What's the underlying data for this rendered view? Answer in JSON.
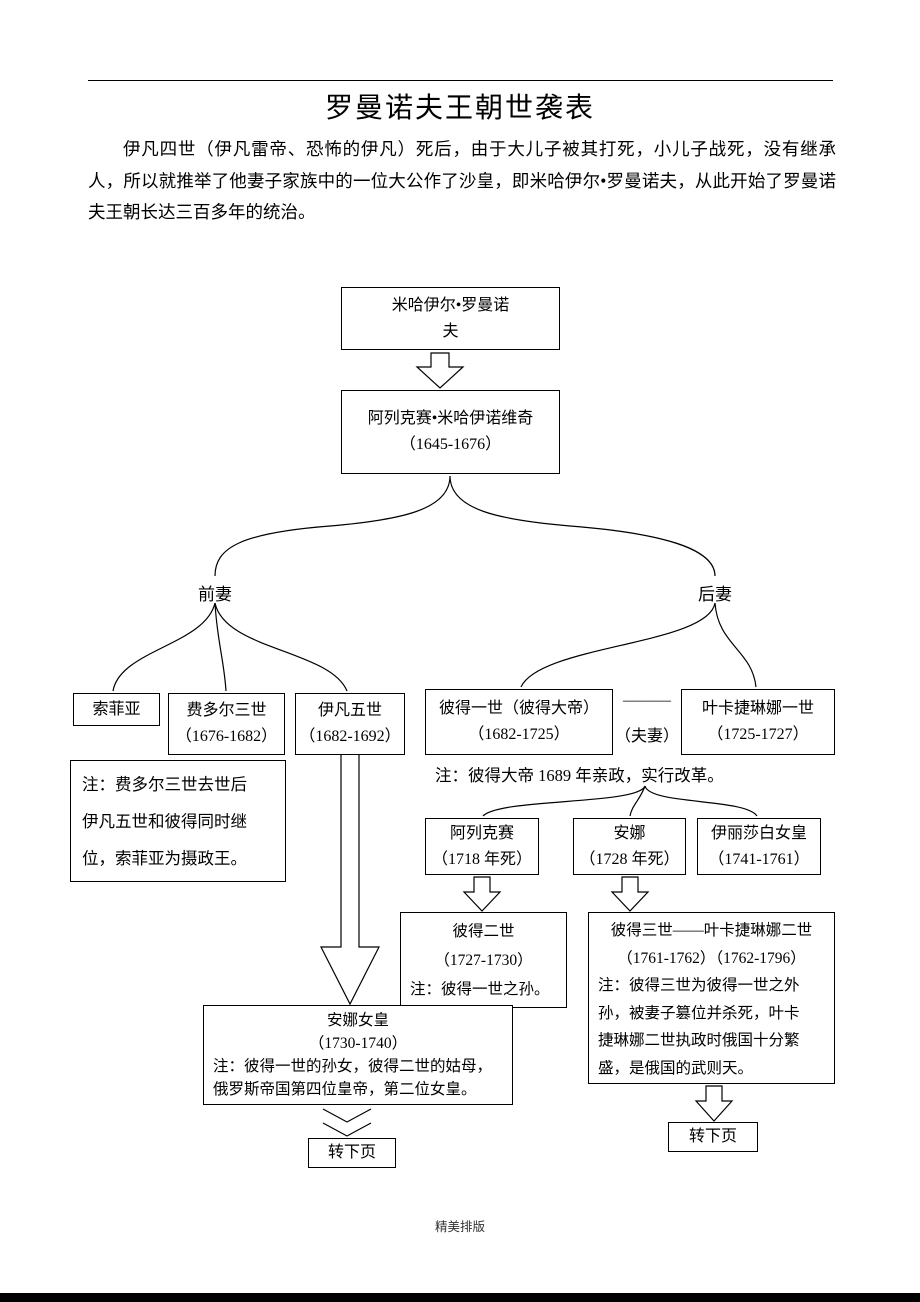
{
  "page": {
    "title": "罗曼诺夫王朝世袭表",
    "intro": "伊凡四世（伊凡雷帝、恐怖的伊凡）死后，由于大儿子被其打死，小儿子战死，没有继承人，所以就推举了他妻子家族中的一位大公作了沙皇，即米哈伊尔•罗曼诺夫，从此开始了罗曼诺夫王朝长达三百多年的统治。",
    "footer": "精美排版"
  },
  "labels": {
    "first_wife": "前妻",
    "second_wife": "后妻",
    "spouse_dash": "———",
    "spouse": "（夫妻）",
    "peter_reform_note": "注：彼得大帝 1689 年亲政，实行改革。"
  },
  "boxes": {
    "mikhail": {
      "lines": [
        "米哈伊尔•罗曼诺",
        "夫"
      ]
    },
    "aleksey": {
      "lines": [
        "阿列克赛•米哈伊诺维奇",
        "（1645-1676）"
      ]
    },
    "sofia": {
      "lines": [
        "索菲亚"
      ]
    },
    "fyodor3": {
      "lines": [
        "费多尔三世",
        "（1676-1682）"
      ]
    },
    "ivan5": {
      "lines": [
        "伊凡五世",
        "（1682-1692）"
      ]
    },
    "peter1": {
      "lines": [
        "彼得一世（彼得大帝）",
        "（1682-1725）"
      ]
    },
    "catherine1": {
      "lines": [
        "叶卡捷琳娜一世",
        "（1725-1727）"
      ]
    },
    "regent_note": {
      "lines": [
        "注：费多尔三世去世后",
        "伊凡五世和彼得同时继",
        "位，索菲亚为摄政王。"
      ]
    },
    "alexei": {
      "lines": [
        "阿列克赛",
        "（1718 年死）"
      ]
    },
    "anna": {
      "lines": [
        "安娜",
        "（1728 年死）"
      ]
    },
    "elizabeth": {
      "lines": [
        "伊丽莎白女皇",
        "（1741-1761）"
      ]
    },
    "peter2": {
      "lines": [
        "彼得二世",
        "（1727-1730）",
        "注：彼得一世之孙。"
      ]
    },
    "peter3": {
      "lines": [
        "彼得三世——叶卡捷琳娜二世",
        "（1761-1762）（1762-1796）",
        "注：彼得三世为彼得一世之外",
        "孙，被妻子篡位并杀死，叶卡",
        "捷琳娜二世执政时俄国十分繁",
        "盛，是俄国的武则天。"
      ]
    },
    "anna_empress": {
      "lines": [
        "安娜女皇",
        "（1730-1740）",
        "注：彼得一世的孙女，彼得二世的姑母，",
        "俄罗斯帝国第四位皇帝，第二位女皇。"
      ]
    },
    "next_page_left": {
      "lines": [
        "转下页"
      ]
    },
    "next_page_right": {
      "lines": [
        "转下页"
      ]
    }
  },
  "colors": {
    "ink": "#000000",
    "paper": "#ffffff"
  }
}
